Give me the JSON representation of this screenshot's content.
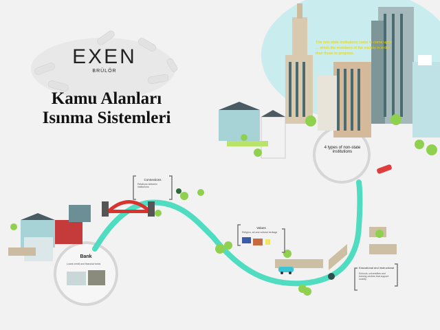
{
  "logo": {
    "brand": "EXEN",
    "sub": "BRÜLÖR"
  },
  "title": {
    "line1": "Kamu Alanları",
    "line2": "Isınma Sistemleri"
  },
  "overlay_text": "The non-state institutions came to come upon ... which the members of the society in order than those to progress.",
  "frames": {
    "connections": {
      "title": "Connections",
      "caption": "Relations between institutions"
    },
    "values": {
      "title": "Values",
      "caption": "Religion, art and cultural heritage"
    },
    "bank": {
      "title": "Bank",
      "caption": "Loans credit and financial funds"
    },
    "institutions": {
      "title": "4 types of non-state institutions"
    },
    "education": {
      "title": "Educational and instructional",
      "caption": "Schools, universities and training centres that support society"
    }
  },
  "colors": {
    "path": "#4fdcc0",
    "ring": "#d6d6d6",
    "sky": "#c9ecef"
  }
}
